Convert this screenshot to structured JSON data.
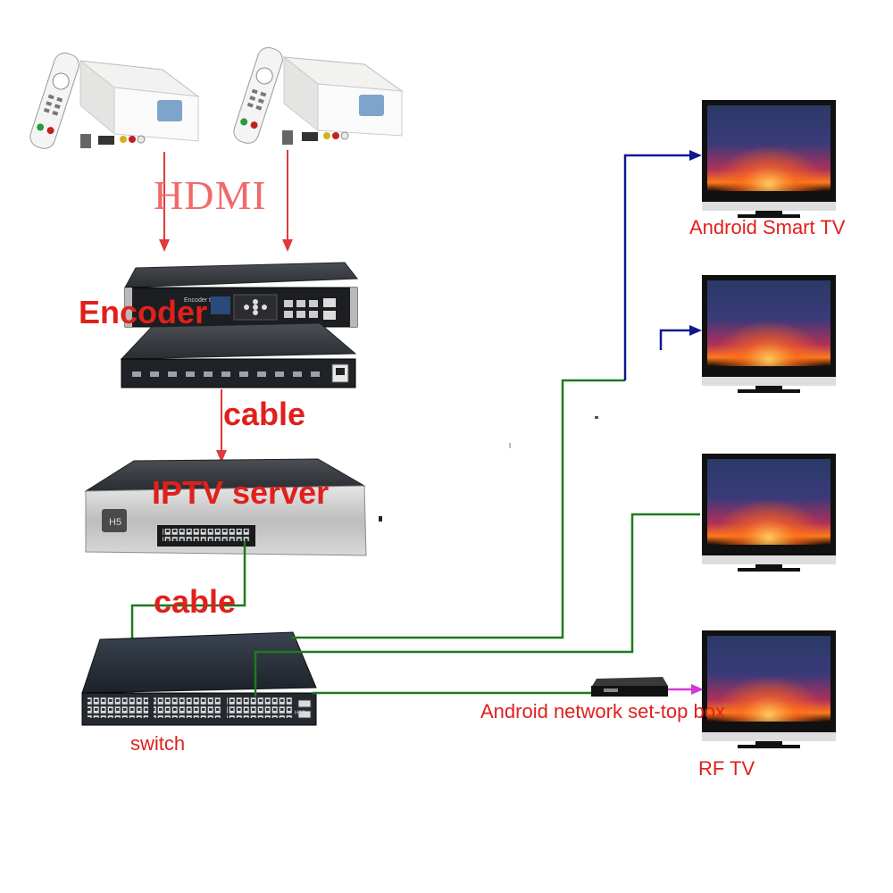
{
  "labels": {
    "hdmi": "HDMI",
    "encoder": "Encoder",
    "cable_1": "cable",
    "iptv_server": "IPTV server",
    "cable_2": "cable",
    "switch": "switch",
    "android_smart_tv": "Android Smart TV",
    "android_stb": "Android network set-top box",
    "rf_tv": "RF TV"
  },
  "devices": {
    "encoder_badge": "Encoder to IP",
    "server_badge": "H5",
    "switch_badge": "H3C"
  },
  "colors": {
    "label_red": "#e0201c",
    "arrow_red": "#e03a3a",
    "network_green": "#1e7a1e",
    "hdmi_blue": "#0b1a8f",
    "rf_magenta": "#d23ad2",
    "tv_bezel": "#111111",
    "sky_top": "#2a3a66",
    "sky_glow": "#ff7a1a"
  }
}
